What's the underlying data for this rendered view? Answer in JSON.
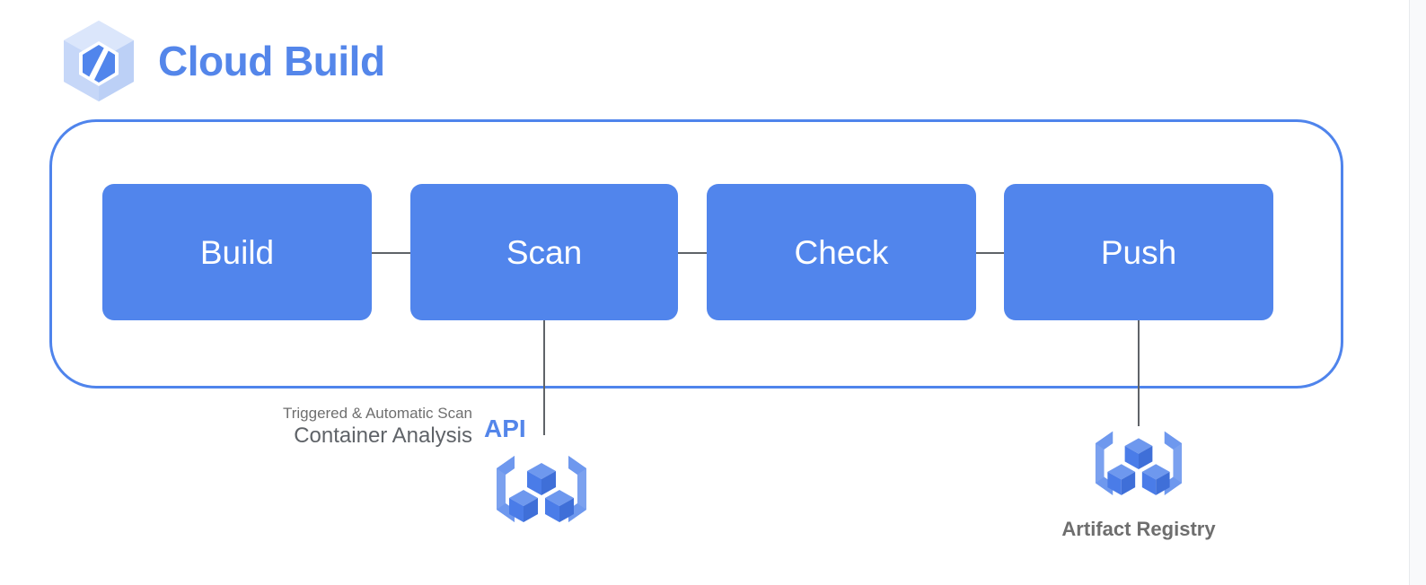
{
  "header": {
    "logo_icon": "cloud-build-cube-icon",
    "title": "Cloud Build"
  },
  "pipeline": {
    "stages": [
      {
        "label": "Build"
      },
      {
        "label": "Scan"
      },
      {
        "label": "Check"
      },
      {
        "label": "Push"
      }
    ]
  },
  "container_analysis": {
    "caption_line_1": "Triggered & Automatic Scan",
    "caption_line_2": "Container Analysis",
    "api_label": "API",
    "icon": "container-analysis-icon"
  },
  "artifact_registry": {
    "label": "Artifact Registry",
    "icon": "artifact-registry-icon"
  },
  "colors": {
    "brand_blue": "#5486ea",
    "stage_fill": "#5185ec",
    "container_border": "#4f84ec",
    "connector_gray": "#5f6368",
    "caption_gray": "#6f6f6f",
    "label_gray": "#6e6e6e",
    "background": "#ffffff"
  }
}
